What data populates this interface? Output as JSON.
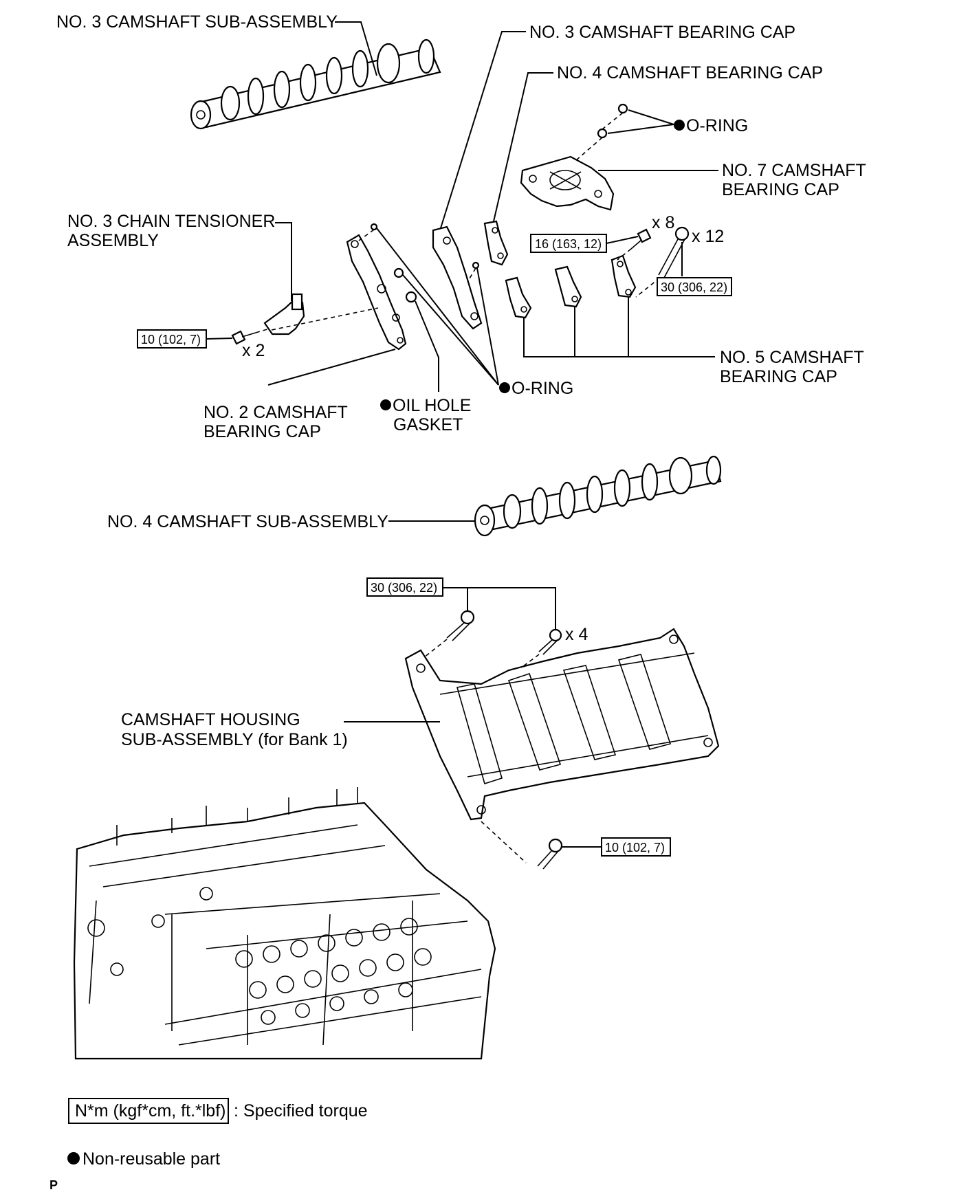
{
  "labels": {
    "no3_camshaft": "NO. 3 CAMSHAFT SUB-ASSEMBLY",
    "no3_bearing_cap": "NO. 3 CAMSHAFT BEARING CAP",
    "no4_bearing_cap": "NO. 4 CAMSHAFT BEARING CAP",
    "oring_top": "O-RING",
    "no7_bearing_cap_l1": "NO. 7 CAMSHAFT",
    "no7_bearing_cap_l2": "BEARING CAP",
    "chain_tensioner_l1": "NO. 3 CHAIN TENSIONER",
    "chain_tensioner_l2": "ASSEMBLY",
    "no5_bearing_cap_l1": "NO. 5 CAMSHAFT",
    "no5_bearing_cap_l2": "BEARING CAP",
    "oring_mid": "O-RING",
    "no2_bearing_cap_l1": "NO. 2 CAMSHAFT",
    "no2_bearing_cap_l2": "BEARING CAP",
    "oil_hole_gasket_l1": "OIL HOLE",
    "oil_hole_gasket_l2": "GASKET",
    "no4_camshaft": "NO. 4 CAMSHAFT SUB-ASSEMBLY",
    "housing_l1": "CAMSHAFT HOUSING",
    "housing_l2": "SUB-ASSEMBLY (for Bank 1)"
  },
  "torques": {
    "tensioner_bolt": "10 (102, 7)",
    "cap_bolt_small": "16 (163, 12)",
    "cap_bolt_large": "30 (306, 22)",
    "housing_bolt_upper": "30 (306, 22)",
    "housing_bolt_lower": "10 (102, 7)"
  },
  "quantities": {
    "tensioner_bolts": "x 2",
    "small_cap_bolts": "x 8",
    "large_cap_bolts": "x 12",
    "housing_bolts": "x 4"
  },
  "legend": {
    "torque_box": "N*m (kgf*cm, ft.*lbf)",
    "torque_text": ": Specified torque",
    "nonreusable_text": "Non-reusable part"
  },
  "page_mark": "P"
}
